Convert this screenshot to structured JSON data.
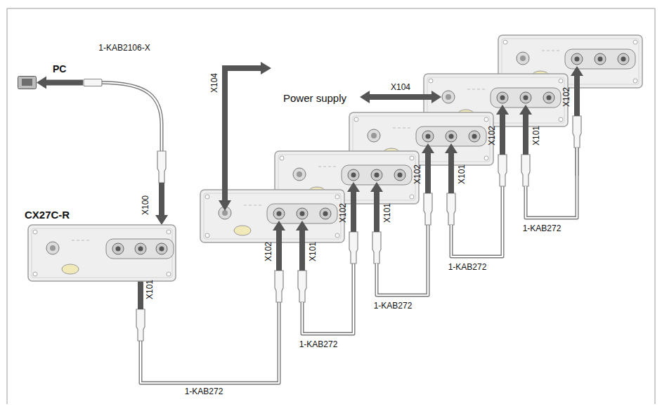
{
  "diagram": {
    "nodes": [
      {
        "text": [
          "PC"
        ]
      },
      {
        "text": [
          "CX27C-R"
        ]
      }
    ],
    "edges": [
      {
        "from": 0,
        "to": 1,
        "arrow": "both",
        "label": "1-KAB2106-X"
      }
    ],
    "labels": [
      "X100",
      "X101",
      "X104",
      "Power supply",
      "X104",
      "X102",
      "X101",
      "X102",
      "X101",
      "X102",
      "X101",
      "X102",
      "X101",
      "X102",
      "1-KAB272",
      "1-KAB272",
      "1-KAB272",
      "1-KAB272",
      "1-KAB272"
    ]
  }
}
